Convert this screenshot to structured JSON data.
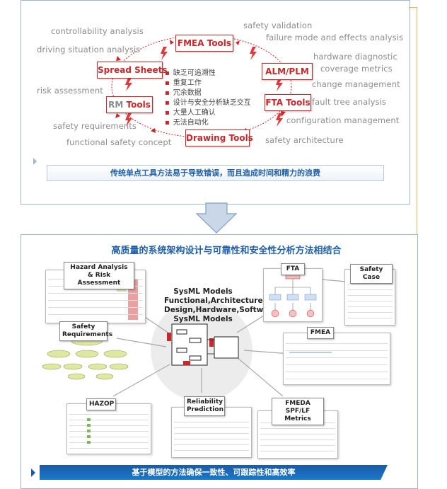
{
  "top": {
    "tools": {
      "fmea": "FMEA Tools",
      "spread": "Spread Sheets",
      "alm": "ALM/PLM",
      "rm_prefix": "RM ",
      "rm_suffix": "Tools",
      "fta": "FTA Tools",
      "drawing": "Drawing Tools"
    },
    "keywords_left": [
      "controllability analysis",
      "driving situation analysis",
      "risk assessment",
      "safety requirements",
      "functional safety concept"
    ],
    "keywords_right": [
      "safety validation",
      "failure mode and effects analysis",
      "hardware diagnostic",
      "coverage metrics",
      "change management",
      "fault tree analysis",
      "configuration management",
      "safety architecture"
    ],
    "problems": [
      "缺乏可追溯性",
      "重复工作",
      "冗余数据",
      "设计与安全分析缺乏交互",
      "大量人工确认",
      "无法自动化"
    ],
    "banner": "传统单点工具方法易于导致错误，而且造成时间和精力的浪费"
  },
  "bottom": {
    "title": "高质量的系统架构设计与可靠性和安全性分析方法相结合",
    "center_lines": [
      "SysML Models",
      "Functional,Architecture,",
      "Design,Hardware,Softwar",
      "SysML Models"
    ],
    "labels": {
      "hara": "Hazard Analysis & Risk Assessment",
      "fta": "FTA",
      "safety_case": "Safety Case",
      "safety_req": "Safety Requirements",
      "fmea": "FMEA",
      "hazop": "HAZOP",
      "reliability": "Reliability Prediction",
      "fmeda": "FMEDA SPF/LF Metrics"
    },
    "banner": "基于模型的方法确保一致性、可跟踪性和高效率"
  },
  "colors": {
    "accent_red": "#c8282a",
    "title_blue": "#1f5ea8",
    "banner_blue": "#1b5aa6",
    "arrow_fill": "#c9d7e8",
    "arrow_stroke": "#7f9fc4"
  }
}
